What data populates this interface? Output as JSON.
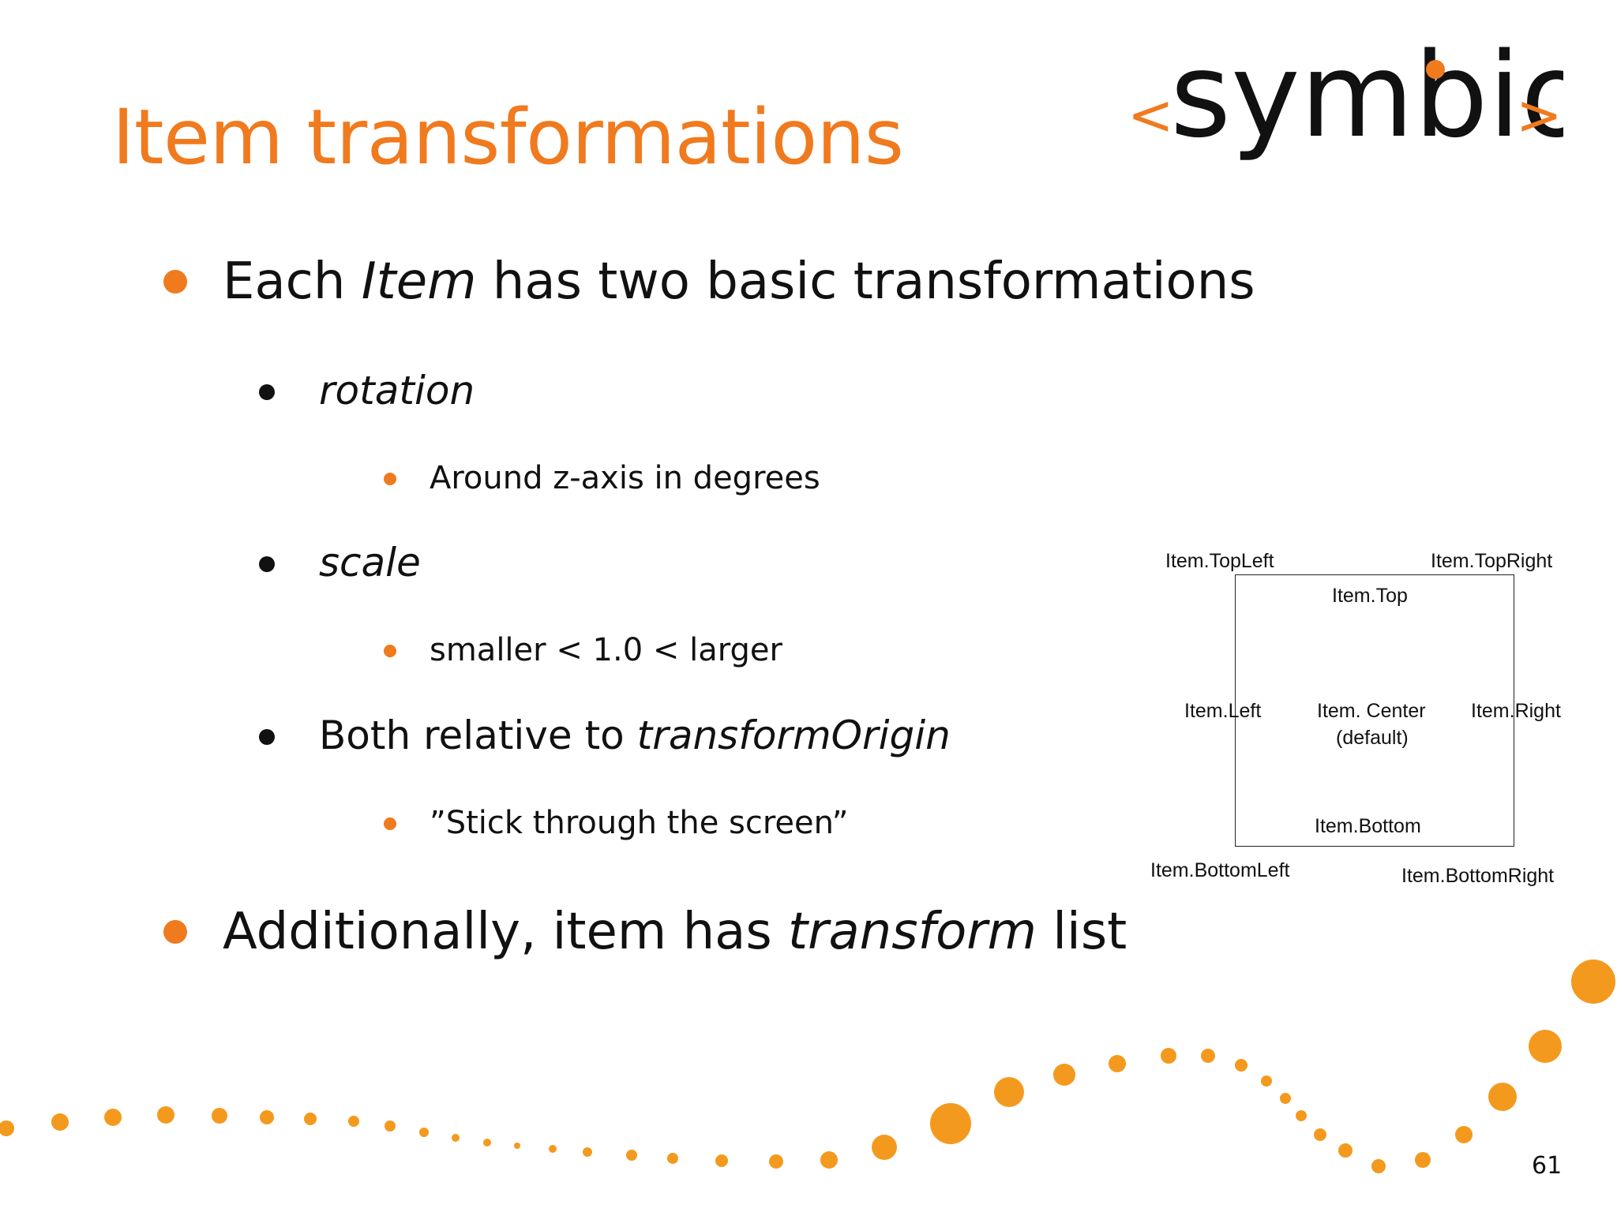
{
  "title": "Item transformations",
  "logo": {
    "left_bracket": "<",
    "word": "symbio",
    "right_bracket": ">"
  },
  "bullets": {
    "b1": {
      "pre": "Each ",
      "italic": "Item",
      "post": " has two basic transformations"
    },
    "b1_1": {
      "italic": "rotation"
    },
    "b1_1_1": {
      "text": "Around z-axis in degrees"
    },
    "b1_2": {
      "italic": "scale"
    },
    "b1_2_1": {
      "text": "smaller < 1.0 < larger"
    },
    "b1_3": {
      "pre": "Both relative to ",
      "italic": "transformOrigin"
    },
    "b1_3_1": {
      "text": "”Stick through the screen”"
    },
    "b2": {
      "pre": "Additionally, item has ",
      "italic": "transform",
      "post": " list"
    }
  },
  "diagram": {
    "top_left": "Item.TopLeft",
    "top_right": "Item.TopRight",
    "top": "Item.Top",
    "left": "Item.Left",
    "center": "Item. Center",
    "center_note": "(default)",
    "right": "Item.Right",
    "bottom": "Item.Bottom",
    "bottom_left": "Item.BottomLeft",
    "bottom_right": "Item.BottomRight"
  },
  "page_number": "61",
  "colors": {
    "accent": "#f07a1e",
    "text": "#111111"
  }
}
